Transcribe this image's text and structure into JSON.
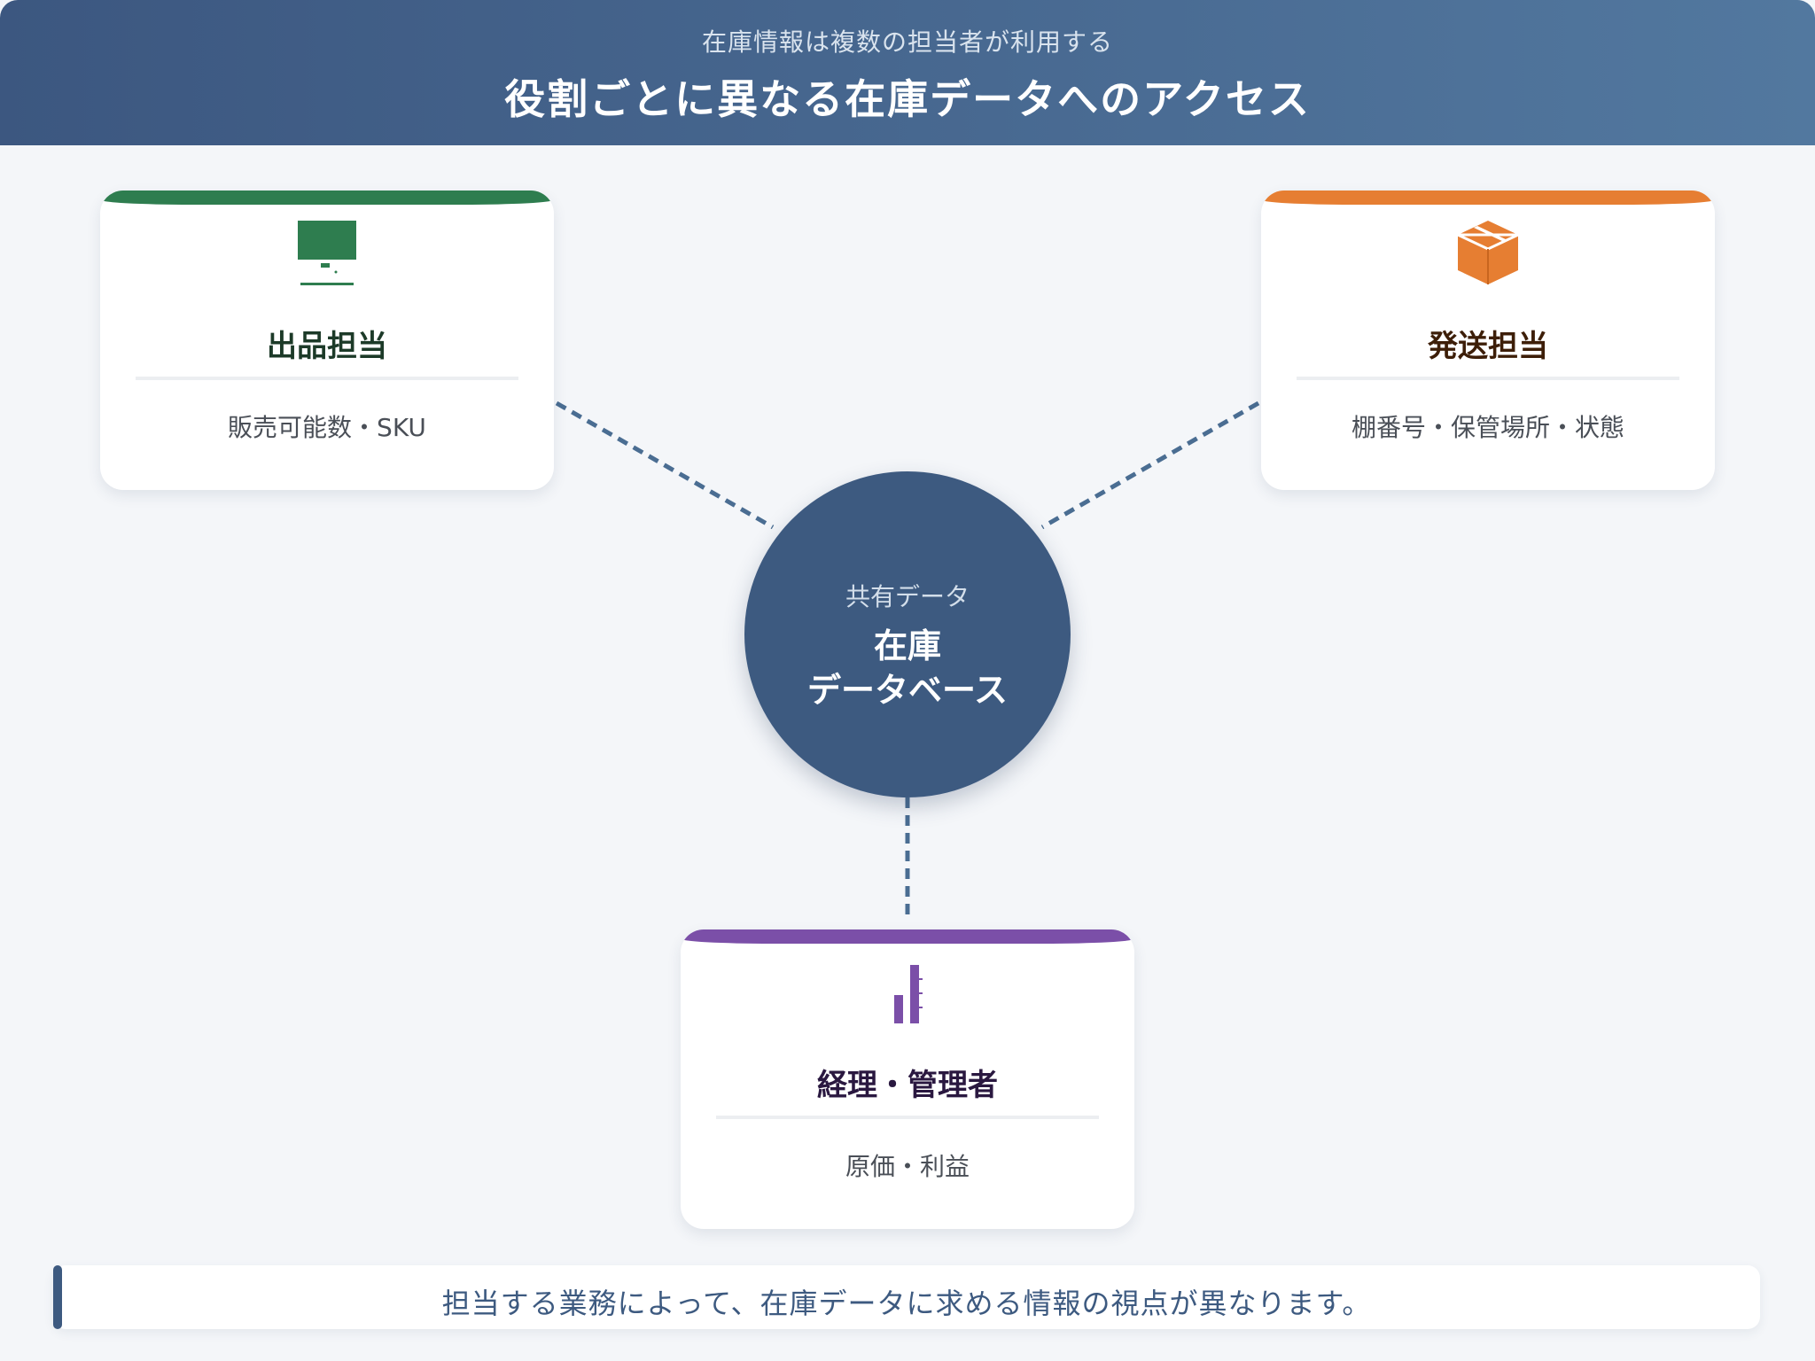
{
  "header": {
    "subtitle": "在庫情報は複数の担当者が利用する",
    "title": "役割ごとに異なる在庫データへのアクセス"
  },
  "hub": {
    "label": "共有データ",
    "name_line1": "在庫",
    "name_line2": "データベース"
  },
  "roles": {
    "listing": {
      "name": "出品担当",
      "fields": "販売可能数・SKU",
      "color": "#2e7d4f",
      "icon": "monitor-icon"
    },
    "shipping": {
      "name": "発送担当",
      "fields": "棚番号・保管場所・状態",
      "color": "#e67e32",
      "icon": "package-icon"
    },
    "accounting": {
      "name": "経理・管理者",
      "fields": "原価・利益",
      "color": "#7b4fa8",
      "icon": "bar-chart-icon"
    }
  },
  "note": {
    "text": "担当する業務によって、在庫データに求める情報の視点が異なります。"
  },
  "colors": {
    "header_start": "#3c5780",
    "header_end": "#52789f",
    "hub": "#3d5a80",
    "connector": "#4a6d92",
    "background": "#f4f6f9"
  }
}
